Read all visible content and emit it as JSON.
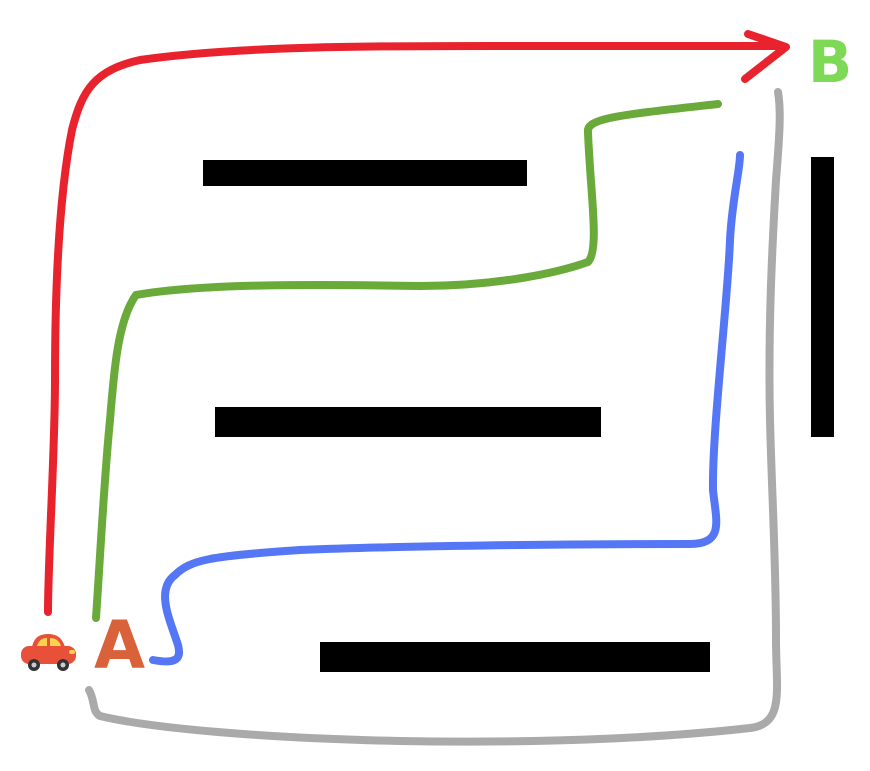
{
  "start": {
    "label": "A",
    "color": "#d9623b",
    "vehicle_icon": "red-car-icon"
  },
  "destination": {
    "label": "B",
    "color": "#7ed957"
  },
  "routes": [
    {
      "id": "red",
      "color": "#e8232d",
      "has_arrow": true
    },
    {
      "id": "green",
      "color": "#6aaa3a",
      "has_arrow": false
    },
    {
      "id": "blue",
      "color": "#5577f5",
      "has_arrow": false
    },
    {
      "id": "gray",
      "color": "#aaaaaa",
      "has_arrow": false
    }
  ],
  "walls": {
    "color": "#000000",
    "count": 4
  }
}
